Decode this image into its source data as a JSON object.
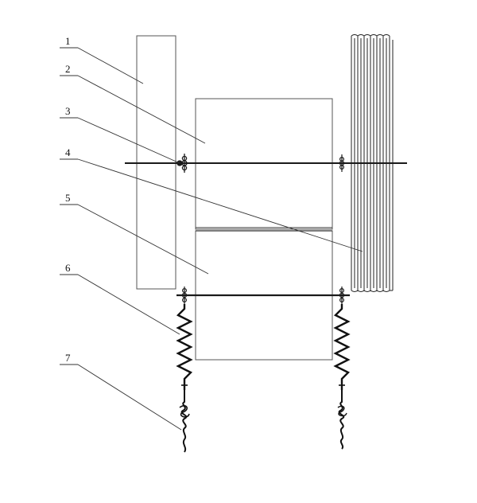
{
  "diagram": {
    "callouts": [
      {
        "label": "1"
      },
      {
        "label": "2"
      },
      {
        "label": "3"
      },
      {
        "label": "4"
      },
      {
        "label": "5"
      },
      {
        "label": "6"
      },
      {
        "label": "7"
      }
    ],
    "colors": {
      "ink": "#1a1a1a",
      "thin_ink": "#555555",
      "background": "#ffffff"
    }
  }
}
